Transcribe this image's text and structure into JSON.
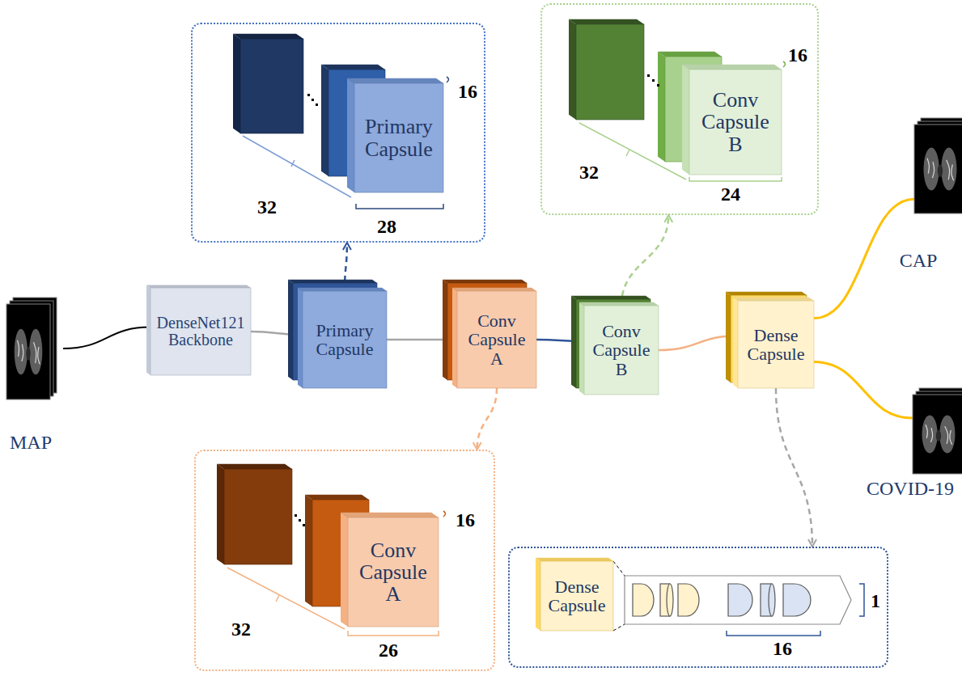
{
  "diagram": {
    "nodes": [
      {
        "text": [
          "16",
          "32",
          "28"
        ]
      },
      {
        "text": [
          "Primary Capsule"
        ],
        "in": 0
      },
      {
        "text": [
          "16",
          "32",
          "24"
        ]
      },
      {
        "text": [
          "Conv Capsule B"
        ],
        "in": 2
      },
      {
        "text": [
          "MAP"
        ]
      },
      {
        "text": [
          "DenseNet121 Backbone"
        ]
      },
      {
        "text": [
          "Primary Capsule"
        ]
      },
      {
        "text": [
          "Conv Capsule A"
        ]
      },
      {
        "text": [
          "Conv Capsule B"
        ]
      },
      {
        "text": [
          "Dense Capsule"
        ]
      },
      {
        "text": [
          "CAP"
        ]
      },
      {
        "text": [
          "COVID-19"
        ]
      },
      {
        "text": [
          "16",
          "32",
          "26"
        ]
      },
      {
        "text": [
          "Conv Capsule A"
        ],
        "in": 12
      },
      {
        "text": [
          "1",
          "16"
        ]
      },
      {
        "text": [
          "Dense Capsule"
        ],
        "in": 14
      }
    ],
    "edges": [
      {
        "from": 4,
        "to": 5,
        "arrow": "none"
      },
      {
        "from": 5,
        "to": 6,
        "arrow": "none"
      },
      {
        "from": 6,
        "to": 7,
        "arrow": "none"
      },
      {
        "from": 7,
        "to": 8,
        "arrow": "none"
      },
      {
        "from": 8,
        "to": 9,
        "arrow": "none"
      },
      {
        "from": 9,
        "to": 10,
        "arrow": "none"
      },
      {
        "from": 9,
        "to": 11,
        "arrow": "none"
      },
      {
        "from": 6,
        "to": 0,
        "arrow": "to"
      },
      {
        "from": 8,
        "to": 2,
        "arrow": "to"
      },
      {
        "from": 7,
        "to": 12,
        "arrow": "to"
      },
      {
        "from": 9,
        "to": 14,
        "arrow": "to"
      }
    ]
  }
}
